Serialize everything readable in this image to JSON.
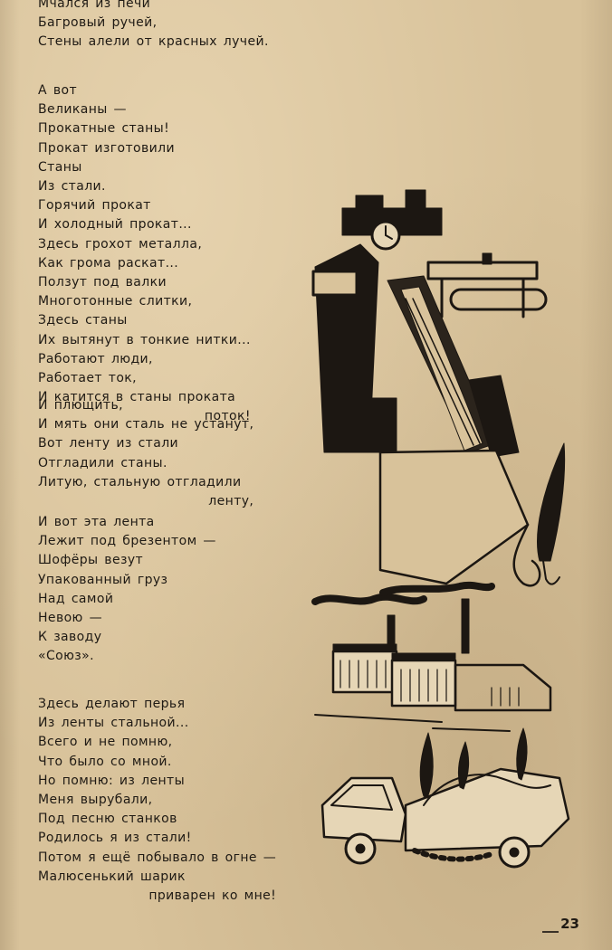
{
  "poem": {
    "stanza1": [
      "Мчался из печи",
      "Багровый ручей,",
      "Стены алели от красных лучей."
    ],
    "stanza2": [
      "А вот",
      "Великаны —",
      "Прокатные станы!",
      "Прокат изготовили",
      "Станы",
      "Из стали.",
      "Горячий прокат",
      "И холодный прокат...",
      "Здесь грохот металла,",
      "Как грома раскат...",
      "Ползут под валки",
      "Многотонные слитки,",
      "Здесь станы",
      "Их вытянут в тонкие нитки...",
      "Работают люди,",
      "Работает ток,",
      "И катится в станы проката",
      "поток!"
    ],
    "stanza3": [
      "И плющить,",
      "И мять они сталь не устанут,",
      "Вот ленту из стали",
      "Отгладили станы.",
      "Литую, стальную отгладили",
      "ленту,"
    ],
    "stanza4": [
      "И вот эта лента",
      "Лежит под брезентом —",
      "Шофёры везут",
      "Упакованный груз",
      "Над самой",
      "Невою —",
      "К заводу",
      "«Союз»."
    ],
    "stanza5": [
      "Здесь делают перья",
      "Из ленты стальной...",
      "Всего и не помню,",
      "Что было со мной.",
      "Но помню: из ленты",
      "Меня вырубали,",
      "Под песню станков",
      "Родилось я из стали!",
      "Потом я ещё побывало в огне —",
      "Малюсенький шарик",
      "приварен ко мне!"
    ]
  },
  "page_number": "23"
}
